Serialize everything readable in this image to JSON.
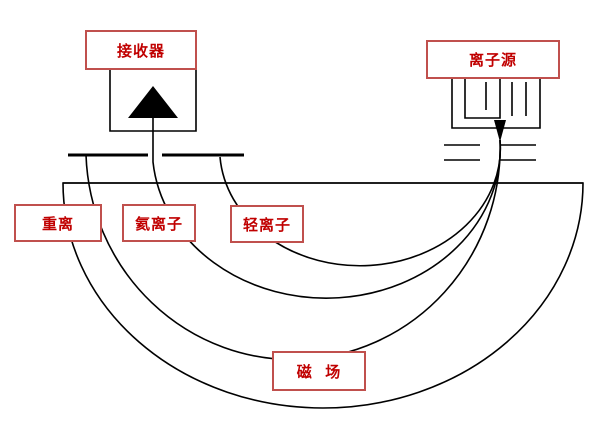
{
  "labels": {
    "receiver": "接收器",
    "ion_source": "离子源",
    "heavy_ion": "重离",
    "helium_ion": "氦离子",
    "light_ion": "轻离子",
    "magnetic_field": "磁  场"
  },
  "colors": {
    "line": "#000000",
    "label_border": "#c0504d",
    "label_text": "#c00000"
  }
}
